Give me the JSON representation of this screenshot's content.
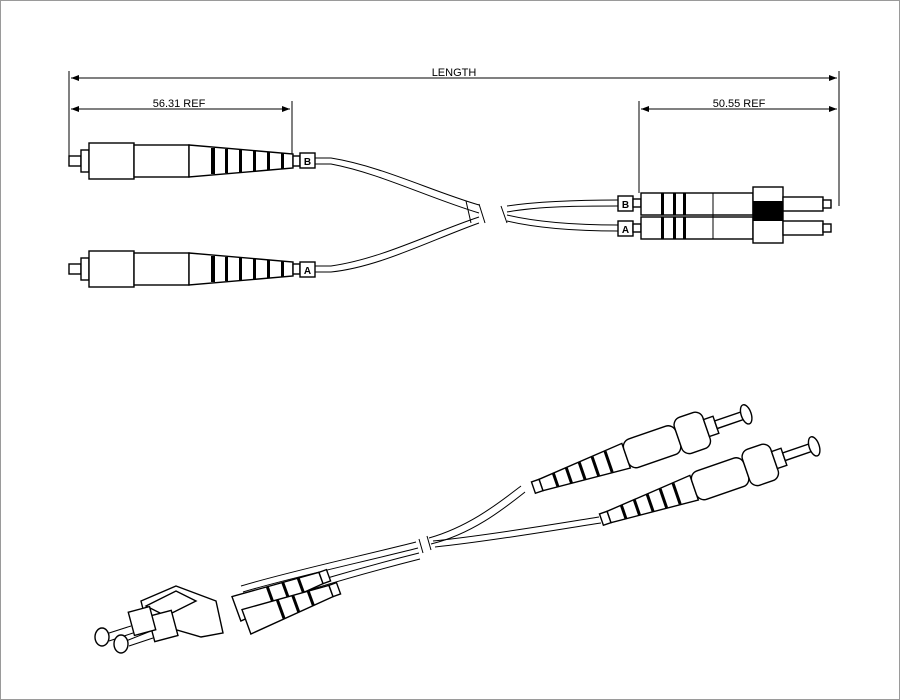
{
  "drawing": {
    "dimensions": {
      "overall_label": "LENGTH",
      "left_ref_label": "56.31 REF",
      "right_ref_label": "50.55 REF"
    },
    "leg_labels": {
      "a": "A",
      "b": "B"
    }
  }
}
